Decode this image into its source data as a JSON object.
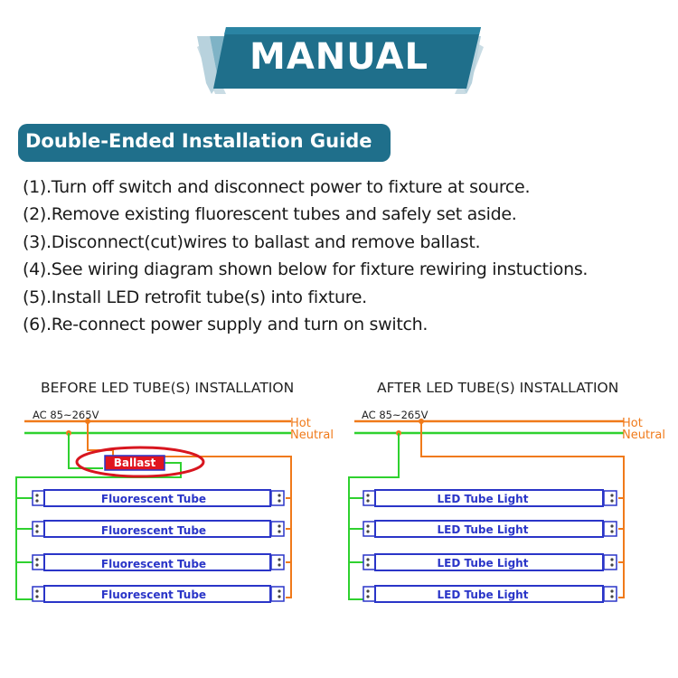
{
  "header": {
    "title": "MANUAL"
  },
  "guide": {
    "title": "Double-Ended Installation Guide",
    "steps": [
      "(1).Turn off switch and disconnect power to fixture at source.",
      "(2).Remove existing fluorescent tubes and safely set aside.",
      "(3).Disconnect(cut)wires to ballast and remove ballast.",
      "(4).See wiring diagram shown below for fixture rewiring instuctions.",
      "(5).Install LED retrofit tube(s) into fixture.",
      "(6).Re-connect power supply and turn on switch."
    ]
  },
  "before": {
    "title": "BEFORE LED TUBE(S) INSTALLATION",
    "ac_label": "AC 85~265V",
    "hot_label": "Hot",
    "neutral_label": "Neutral",
    "ballast_label": "Ballast",
    "tubes": [
      "Fluorescent Tube",
      "Fluorescent Tube",
      "Fluorescent Tube",
      "Fluorescent Tube"
    ]
  },
  "after": {
    "title": "AFTER LED TUBE(S) INSTALLATION",
    "ac_label": "AC 85~265V",
    "hot_label": "Hot",
    "neutral_label": "Neutral",
    "tubes": [
      "LED Tube Light",
      "LED Tube Light",
      "LED Tube Light",
      "LED Tube Light"
    ]
  },
  "colors": {
    "banner": "#1f6f8b",
    "hot_wire": "#f07a1a",
    "neutral_wire": "#2fd12f",
    "tube_border": "#2a35c8",
    "ballast_fill": "#e0151f",
    "highlight": "#d8161f"
  }
}
